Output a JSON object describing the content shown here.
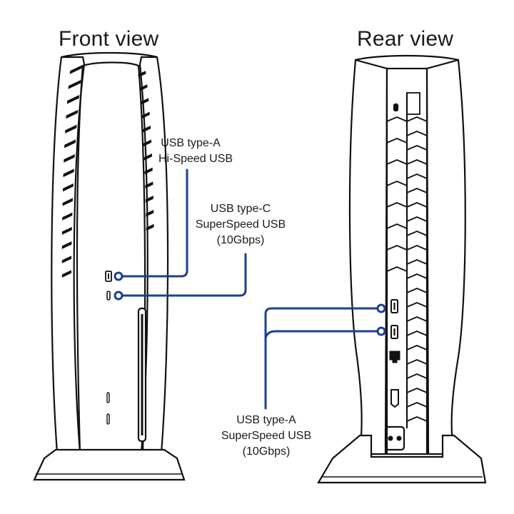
{
  "front_title": "Front view",
  "rear_title": "Rear view",
  "callouts": {
    "front_usb_a": [
      "USB type-A",
      "Hi-Speed USB"
    ],
    "front_usb_c": [
      "USB type-C",
      "SuperSpeed USB",
      "(10Gbps)"
    ],
    "rear_usb_a": [
      "USB type-A",
      "SuperSpeed USB",
      "(10Gbps)"
    ]
  },
  "colors": {
    "leader_line": "#1e3f8f",
    "outline": "#111111"
  }
}
